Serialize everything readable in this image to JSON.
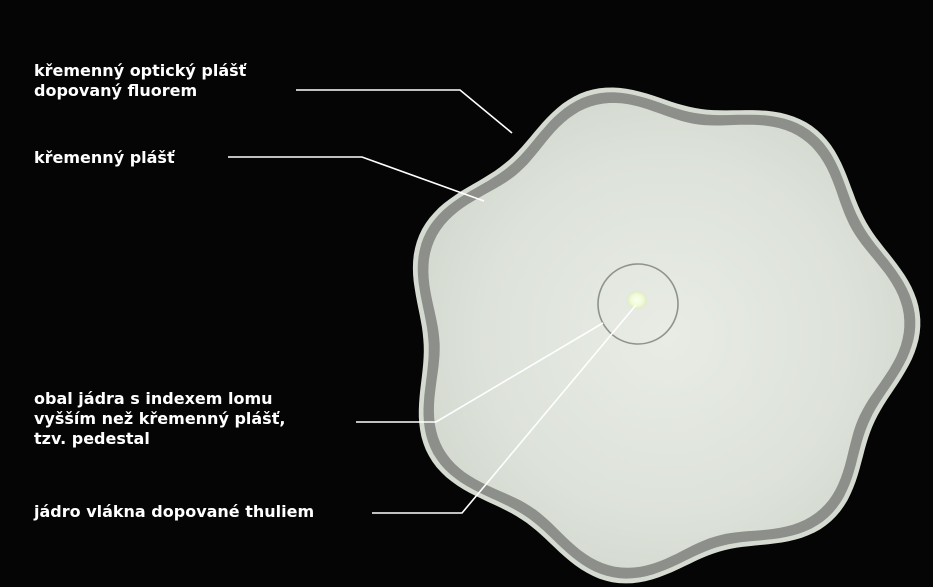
{
  "labels": {
    "doped_cladding": {
      "lines": [
        "křemenný optický plášť",
        "dopovaný fluorem"
      ]
    },
    "silica_cladding": {
      "lines": [
        "křemenný plášť"
      ]
    },
    "pedestal": {
      "lines": [
        "obal jádra s indexem lomu",
        "vyšším než křemenný plášť,",
        "tzv. pedestal"
      ]
    },
    "core": {
      "lines": [
        "jádro vlákna dopované thuliem"
      ]
    }
  },
  "colors": {
    "background": "#050506",
    "fiber_outer_edge": "#d8ddd4",
    "fiber_ring": "#8d908c",
    "fiber_cladding": "#dfe4dc",
    "pedestal_outline": "#9a9e98",
    "core": "#f4ffe0",
    "label_text": "#ffffff",
    "leader_line": "#ffffff"
  }
}
